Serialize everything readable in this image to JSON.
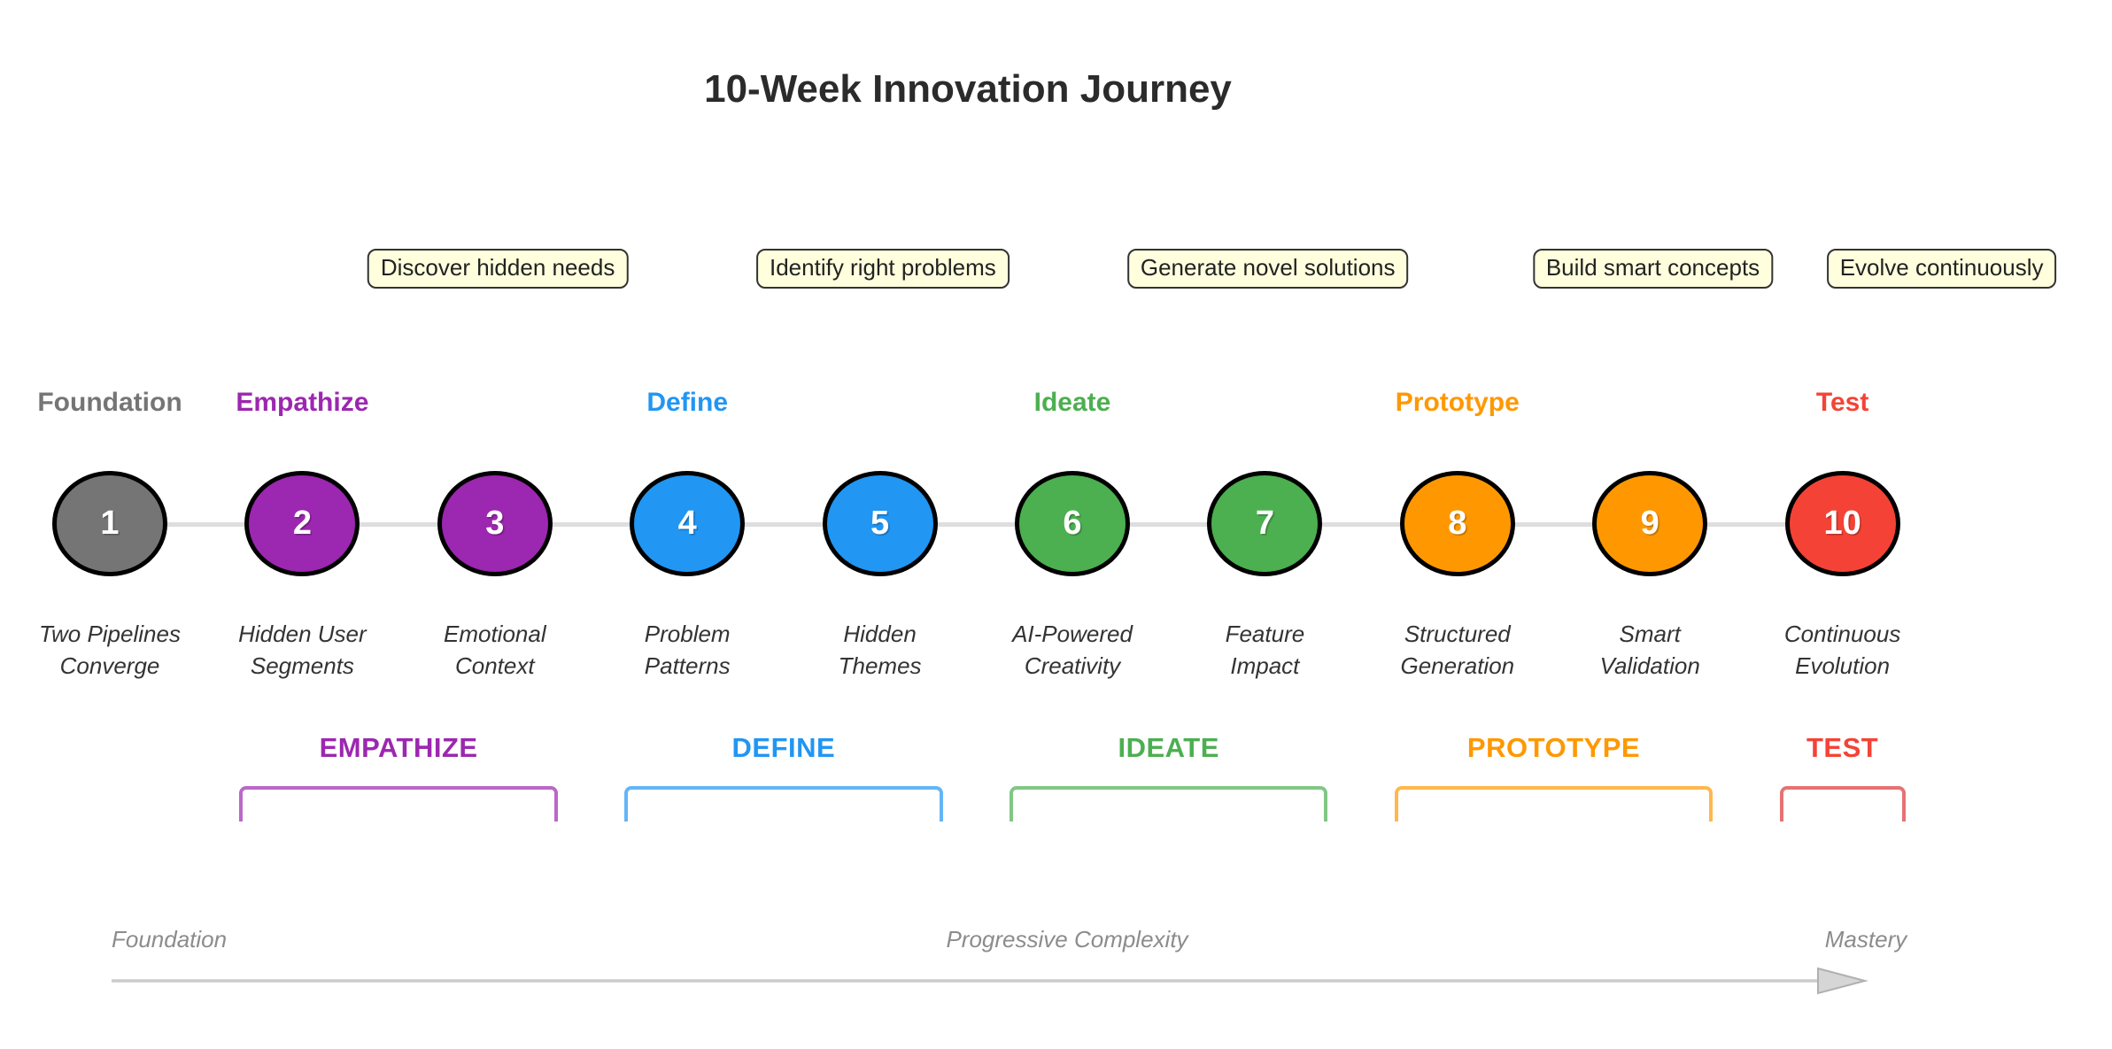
{
  "title": "10-Week Innovation Journey",
  "phases": [
    {
      "name": "Foundation",
      "color": "#757575",
      "light": "#bdbdbd",
      "weeks": [
        1
      ],
      "tooltip": null,
      "bracket_label": null
    },
    {
      "name": "Empathize",
      "color": "#9C27B0",
      "light": "#ba68c8",
      "weeks": [
        2,
        3
      ],
      "tooltip": "Discover hidden needs",
      "bracket_label": "EMPATHIZE"
    },
    {
      "name": "Define",
      "color": "#2196F3",
      "light": "#64b5f6",
      "weeks": [
        4,
        5
      ],
      "tooltip": "Identify right problems",
      "bracket_label": "DEFINE"
    },
    {
      "name": "Ideate",
      "color": "#4CAF50",
      "light": "#81c784",
      "weeks": [
        6,
        7
      ],
      "tooltip": "Generate novel solutions",
      "bracket_label": "IDEATE"
    },
    {
      "name": "Prototype",
      "color": "#FF9800",
      "light": "#ffb74d",
      "weeks": [
        8,
        9
      ],
      "tooltip": "Build smart concepts",
      "bracket_label": "PROTOTYPE"
    },
    {
      "name": "Test",
      "color": "#F44336",
      "light": "#e57373",
      "weeks": [
        10
      ],
      "tooltip": "Evolve continuously",
      "bracket_label": "TEST"
    }
  ],
  "weeks": [
    {
      "number": "1",
      "title_lines": [
        "Two Pipelines",
        "Converge"
      ]
    },
    {
      "number": "2",
      "title_lines": [
        "Hidden User",
        "Segments"
      ]
    },
    {
      "number": "3",
      "title_lines": [
        "Emotional",
        "Context"
      ]
    },
    {
      "number": "4",
      "title_lines": [
        "Problem",
        "Patterns"
      ]
    },
    {
      "number": "5",
      "title_lines": [
        "Hidden",
        "Themes"
      ]
    },
    {
      "number": "6",
      "title_lines": [
        "AI-Powered",
        "Creativity"
      ]
    },
    {
      "number": "7",
      "title_lines": [
        "Feature",
        "Impact"
      ]
    },
    {
      "number": "8",
      "title_lines": [
        "Structured",
        "Generation"
      ]
    },
    {
      "number": "9",
      "title_lines": [
        "Smart",
        "Validation"
      ]
    },
    {
      "number": "10",
      "title_lines": [
        "Continuous",
        "Evolution"
      ]
    }
  ],
  "footer": {
    "left": "Foundation",
    "center": "Progressive Complexity",
    "right": "Mastery"
  },
  "colors": {
    "connector": "#dedede",
    "tooltip_bg": "#ffffde",
    "tooltip_border": "#333333",
    "title_text": "#2b2b2b",
    "week_title_text": "#333333",
    "circle_stroke": "#000000",
    "circle_number": "#ffffff",
    "footer_text": "#8c8c8c",
    "arrow": "#cccccc"
  }
}
